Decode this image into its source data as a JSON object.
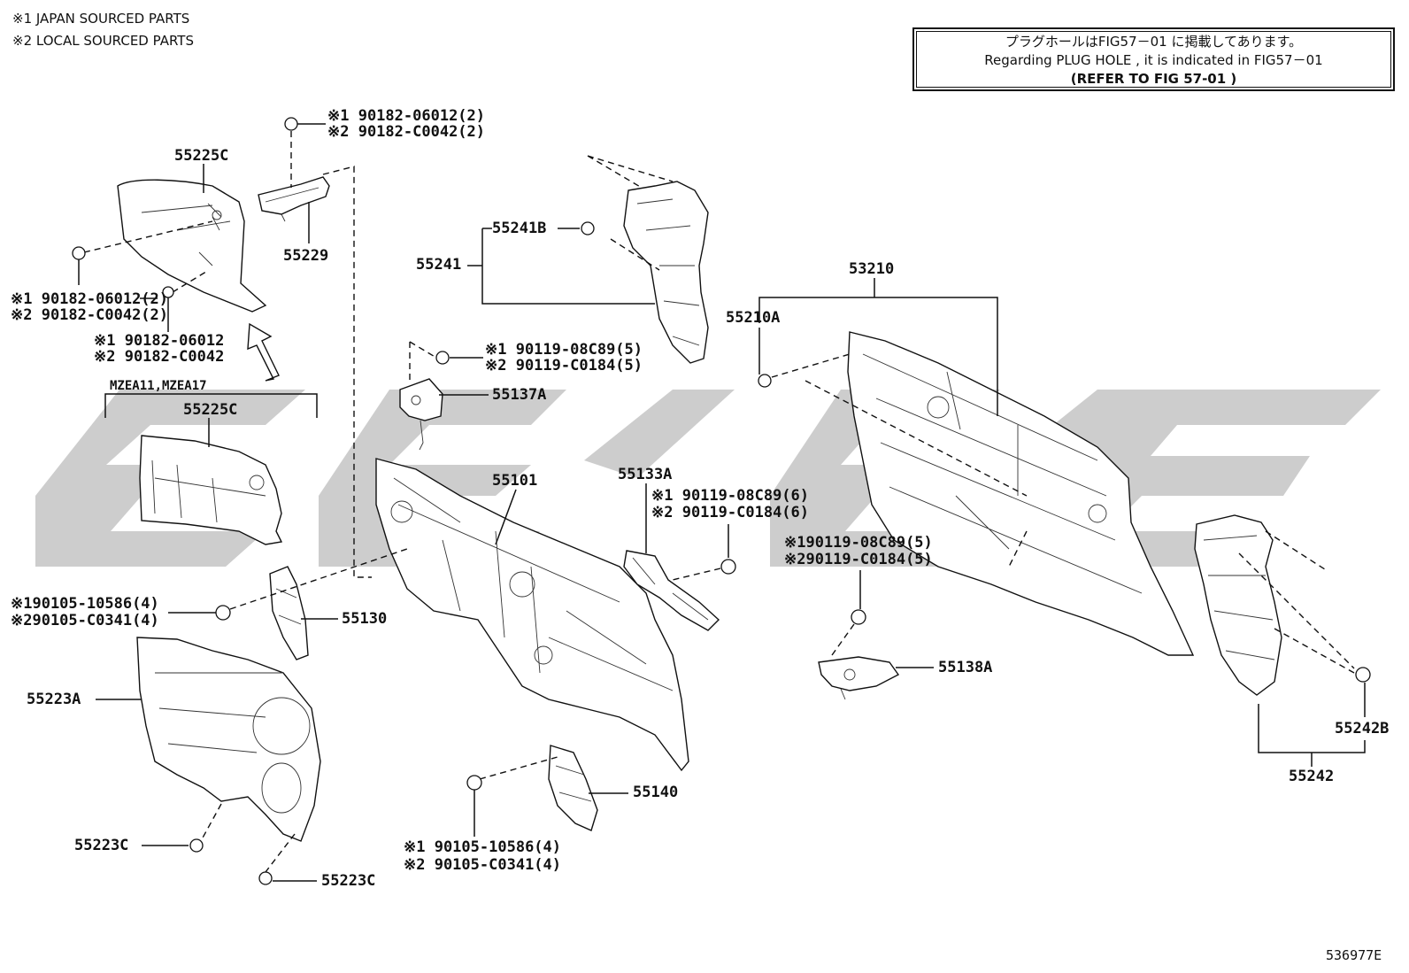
{
  "legend": {
    "line1": "※1  JAPAN SOURCED PARTS",
    "line2": "※2  LOCAL SOURCED PARTS"
  },
  "note": {
    "line1": "プラグホールはFIG57－01 に掲載してあります。",
    "line2": "Regarding  PLUG HOLE  , it is  indicated  in  FIG57－01",
    "line3": "(REFER  TO  FIG  57-01   )"
  },
  "watermark_color": "#c8c8c8",
  "labels": {
    "p55225C_top": "55225C",
    "p55229": "55229",
    "clip_top_1": "※1 90182-06012(2)",
    "clip_top_2": "※2 90182-C0042(2)",
    "clip_left_1": "※1 90182-06012(2)",
    "clip_left_2": "※2 90182-C0042(2)",
    "clip_single_1": "※1 90182-06012",
    "clip_single_2": "※2 90182-C0042",
    "variant": "MZEA11,MZEA17",
    "p55225C_mid": "55225C",
    "p55241B": "55241B",
    "p55241": "55241",
    "bolt_137_1": "※1 90119-08C89(5)",
    "bolt_137_2": "※2 90119-C0184(5)",
    "p55137A": "55137A",
    "p55101": "55101",
    "p55133A": "55133A",
    "bolt_133_1": "※1 90119-08C89(6)",
    "bolt_133_2": "※2 90119-C0184(6)",
    "bolt_130_1": "※190105-10586(4)",
    "bolt_130_2": "※290105-C0341(4)",
    "p55130": "55130",
    "p55223A": "55223A",
    "p55223C_left": "55223C",
    "p55223C_bottom": "55223C",
    "bolt_140_1": "※1 90105-10586(4)",
    "bolt_140_2": "※2 90105-C0341(4)",
    "p55140": "55140",
    "p53210": "53210",
    "p55210A": "55210A",
    "bolt_138_1": "※190119-08C89(5)",
    "bolt_138_2": "※290119-C0184(5)",
    "p55138A": "55138A",
    "p55242B": "55242B",
    "p55242": "55242",
    "fig_id": "536977E"
  }
}
